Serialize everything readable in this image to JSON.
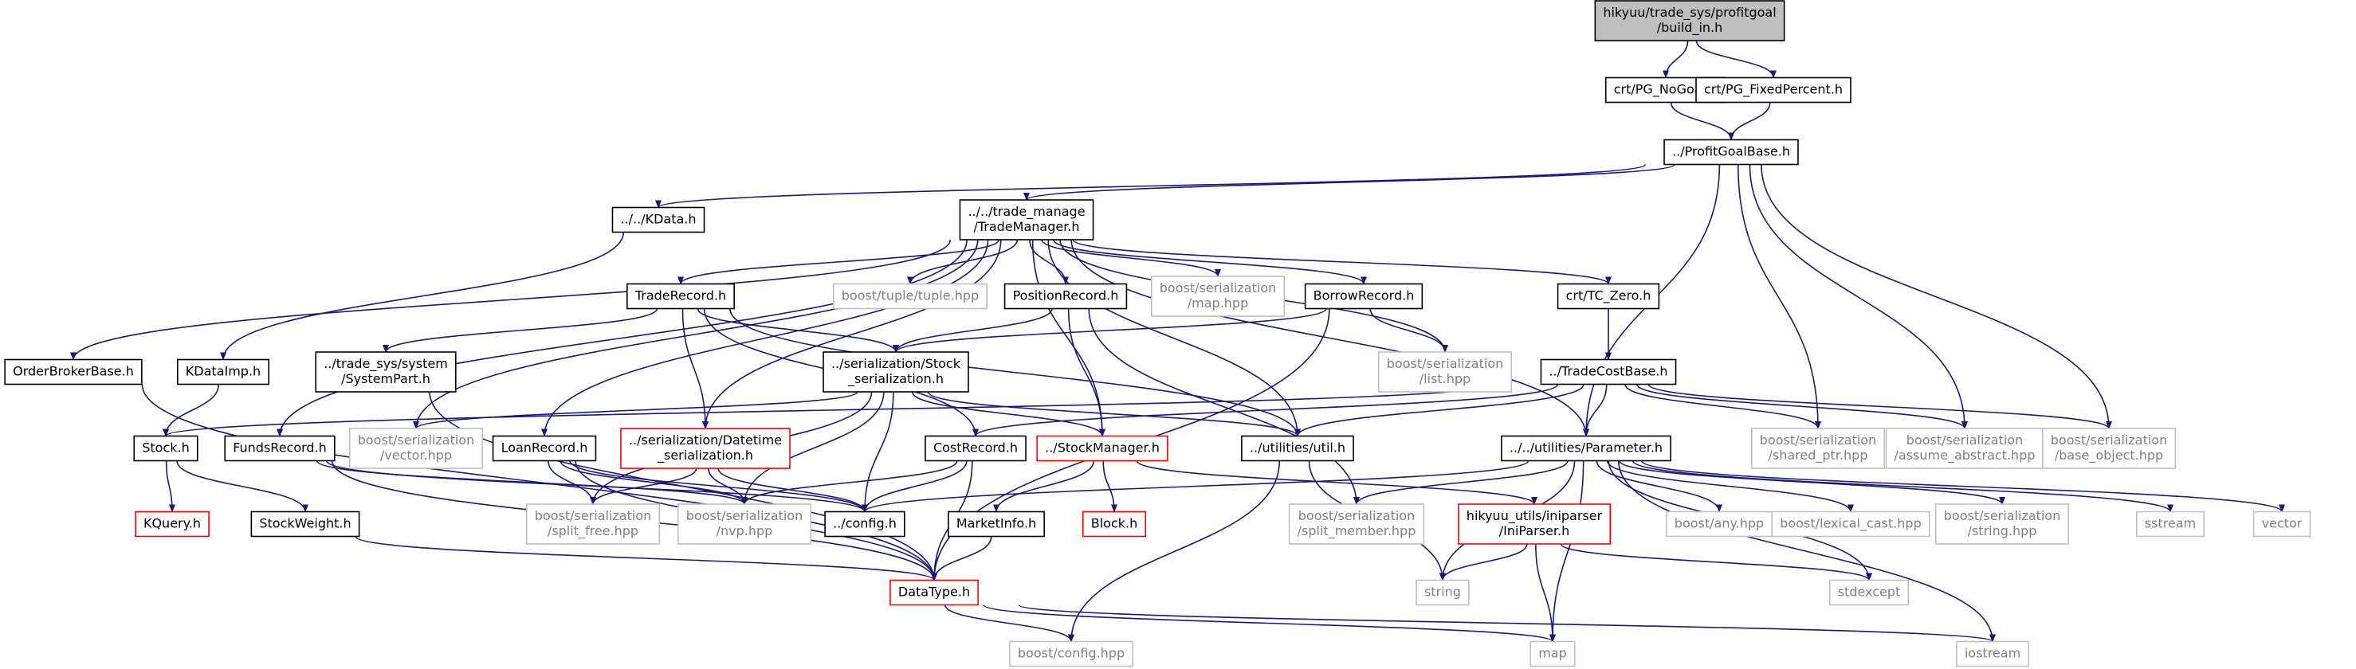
{
  "diagram": {
    "type": "include-dependency-graph",
    "colors": {
      "edge": "#191970",
      "box_header": "#000000",
      "box_missing": "#ff0000",
      "box_external": "#bfbfbf",
      "root_fill": "#bfbfbf",
      "text_external": "#808080"
    },
    "nodes": [
      {
        "id": "root",
        "lines": [
          "hikyuu/trade_sys/profitgoal",
          "/build_in.h"
        ],
        "kind": "root"
      },
      {
        "id": "nogoal",
        "lines": [
          "crt/PG_NoGoal.h"
        ],
        "kind": "header"
      },
      {
        "id": "fixedpct",
        "lines": [
          "crt/PG_FixedPercent.h"
        ],
        "kind": "header"
      },
      {
        "id": "pgbase",
        "lines": [
          "../ProfitGoalBase.h"
        ],
        "kind": "header"
      },
      {
        "id": "kdata",
        "lines": [
          "../../KData.h"
        ],
        "kind": "header"
      },
      {
        "id": "trademgr",
        "lines": [
          "../../trade_manage",
          "/TradeManager.h"
        ],
        "kind": "header"
      },
      {
        "id": "tuple",
        "lines": [
          "boost/tuple/tuple.hpp"
        ],
        "kind": "external"
      },
      {
        "id": "posrec",
        "lines": [
          "PositionRecord.h"
        ],
        "kind": "header"
      },
      {
        "id": "sermap",
        "lines": [
          "boost/serialization",
          "/map.hpp"
        ],
        "kind": "external"
      },
      {
        "id": "borrow",
        "lines": [
          "BorrowRecord.h"
        ],
        "kind": "header"
      },
      {
        "id": "tczero",
        "lines": [
          "crt/TC_Zero.h"
        ],
        "kind": "header"
      },
      {
        "id": "traderec",
        "lines": [
          "TradeRecord.h"
        ],
        "kind": "header"
      },
      {
        "id": "orderbroker",
        "lines": [
          "OrderBrokerBase.h"
        ],
        "kind": "header"
      },
      {
        "id": "kdataimp",
        "lines": [
          "KDataImp.h"
        ],
        "kind": "header"
      },
      {
        "id": "syspart",
        "lines": [
          "../trade_sys/system",
          "/SystemPart.h"
        ],
        "kind": "header"
      },
      {
        "id": "stockser",
        "lines": [
          "../serialization/Stock",
          "_serialization.h"
        ],
        "kind": "header"
      },
      {
        "id": "serlist",
        "lines": [
          "boost/serialization",
          "/list.hpp"
        ],
        "kind": "external"
      },
      {
        "id": "tcbase",
        "lines": [
          "../TradeCostBase.h"
        ],
        "kind": "header"
      },
      {
        "id": "stock",
        "lines": [
          "Stock.h"
        ],
        "kind": "header"
      },
      {
        "id": "funds",
        "lines": [
          "FundsRecord.h"
        ],
        "kind": "header"
      },
      {
        "id": "servector",
        "lines": [
          "boost/serialization",
          "/vector.hpp"
        ],
        "kind": "external"
      },
      {
        "id": "loan",
        "lines": [
          "LoanRecord.h"
        ],
        "kind": "header"
      },
      {
        "id": "dtser",
        "lines": [
          "../serialization/Datetime",
          "_serialization.h"
        ],
        "kind": "missing"
      },
      {
        "id": "costrec",
        "lines": [
          "CostRecord.h"
        ],
        "kind": "header"
      },
      {
        "id": "stockmgr",
        "lines": [
          "../StockManager.h"
        ],
        "kind": "missing"
      },
      {
        "id": "util",
        "lines": [
          "../utilities/util.h"
        ],
        "kind": "header"
      },
      {
        "id": "param",
        "lines": [
          "../../utilities/Parameter.h"
        ],
        "kind": "header"
      },
      {
        "id": "sharedptr",
        "lines": [
          "boost/serialization",
          "/shared_ptr.hpp"
        ],
        "kind": "external"
      },
      {
        "id": "assumeabs",
        "lines": [
          "boost/serialization",
          "/assume_abstract.hpp"
        ],
        "kind": "external"
      },
      {
        "id": "baseobj",
        "lines": [
          "boost/serialization",
          "/base_object.hpp"
        ],
        "kind": "external"
      },
      {
        "id": "kquery",
        "lines": [
          "KQuery.h"
        ],
        "kind": "missing"
      },
      {
        "id": "stockweight",
        "lines": [
          "StockWeight.h"
        ],
        "kind": "header"
      },
      {
        "id": "splitfree",
        "lines": [
          "boost/serialization",
          "/split_free.hpp"
        ],
        "kind": "external"
      },
      {
        "id": "nvp",
        "lines": [
          "boost/serialization",
          "/nvp.hpp"
        ],
        "kind": "external"
      },
      {
        "id": "config",
        "lines": [
          "../config.h"
        ],
        "kind": "header"
      },
      {
        "id": "marketinfo",
        "lines": [
          "MarketInfo.h"
        ],
        "kind": "header"
      },
      {
        "id": "block",
        "lines": [
          "Block.h"
        ],
        "kind": "missing"
      },
      {
        "id": "splitmember",
        "lines": [
          "boost/serialization",
          "/split_member.hpp"
        ],
        "kind": "external"
      },
      {
        "id": "iniparser",
        "lines": [
          "hikyuu_utils/iniparser",
          "/IniParser.h"
        ],
        "kind": "missing"
      },
      {
        "id": "any",
        "lines": [
          "boost/any.hpp"
        ],
        "kind": "external"
      },
      {
        "id": "lexcast",
        "lines": [
          "boost/lexical_cast.hpp"
        ],
        "kind": "external"
      },
      {
        "id": "serstring",
        "lines": [
          "boost/serialization",
          "/string.hpp"
        ],
        "kind": "external"
      },
      {
        "id": "sstream",
        "lines": [
          "sstream"
        ],
        "kind": "external"
      },
      {
        "id": "vector",
        "lines": [
          "vector"
        ],
        "kind": "external"
      },
      {
        "id": "datatype",
        "lines": [
          "DataType.h"
        ],
        "kind": "missing"
      },
      {
        "id": "string",
        "lines": [
          "string"
        ],
        "kind": "external"
      },
      {
        "id": "stdexcept",
        "lines": [
          "stdexcept"
        ],
        "kind": "external"
      },
      {
        "id": "bconfig",
        "lines": [
          "boost/config.hpp"
        ],
        "kind": "external"
      },
      {
        "id": "map",
        "lines": [
          "map"
        ],
        "kind": "external"
      },
      {
        "id": "iostream",
        "lines": [
          "iostream"
        ],
        "kind": "external"
      }
    ],
    "edges": [
      [
        "root",
        "nogoal"
      ],
      [
        "root",
        "fixedpct"
      ],
      [
        "nogoal",
        "pgbase"
      ],
      [
        "fixedpct",
        "pgbase"
      ],
      [
        "pgbase",
        "kdata"
      ],
      [
        "pgbase",
        "trademgr"
      ],
      [
        "pgbase",
        "param"
      ],
      [
        "pgbase",
        "sharedptr"
      ],
      [
        "pgbase",
        "assumeabs"
      ],
      [
        "pgbase",
        "baseobj"
      ],
      [
        "kdata",
        "kdataimp"
      ],
      [
        "trademgr",
        "tuple"
      ],
      [
        "trademgr",
        "posrec"
      ],
      [
        "trademgr",
        "sermap"
      ],
      [
        "trademgr",
        "borrow"
      ],
      [
        "trademgr",
        "tczero"
      ],
      [
        "trademgr",
        "traderec"
      ],
      [
        "trademgr",
        "orderbroker"
      ],
      [
        "trademgr",
        "funds"
      ],
      [
        "trademgr",
        "servector"
      ],
      [
        "trademgr",
        "loan"
      ],
      [
        "trademgr",
        "dtser"
      ],
      [
        "trademgr",
        "stockmgr"
      ],
      [
        "trademgr",
        "util"
      ],
      [
        "trademgr",
        "param"
      ],
      [
        "trademgr",
        "serlist"
      ],
      [
        "traderec",
        "syspart"
      ],
      [
        "traderec",
        "stockser"
      ],
      [
        "traderec",
        "dtser"
      ],
      [
        "traderec",
        "costrec"
      ],
      [
        "traderec",
        "util"
      ],
      [
        "posrec",
        "stockser"
      ],
      [
        "posrec",
        "stockmgr"
      ],
      [
        "posrec",
        "splitmember"
      ],
      [
        "borrow",
        "stockser"
      ],
      [
        "borrow",
        "serlist"
      ],
      [
        "borrow",
        "datatype"
      ],
      [
        "tczero",
        "tcbase"
      ],
      [
        "tcbase",
        "stock"
      ],
      [
        "tcbase",
        "costrec"
      ],
      [
        "tcbase",
        "util"
      ],
      [
        "tcbase",
        "param"
      ],
      [
        "tcbase",
        "sharedptr"
      ],
      [
        "tcbase",
        "assumeabs"
      ],
      [
        "tcbase",
        "baseobj"
      ],
      [
        "orderbroker",
        "datatype"
      ],
      [
        "kdataimp",
        "stock"
      ],
      [
        "syspart",
        "datatype"
      ],
      [
        "stockser",
        "servector"
      ],
      [
        "stockser",
        "stockmgr"
      ],
      [
        "stockser",
        "util"
      ],
      [
        "stockser",
        "splitfree"
      ],
      [
        "stockser",
        "nvp"
      ],
      [
        "stockser",
        "config"
      ],
      [
        "stock",
        "kquery"
      ],
      [
        "stock",
        "stockweight"
      ],
      [
        "funds",
        "config"
      ],
      [
        "funds",
        "nvp"
      ],
      [
        "funds",
        "datatype"
      ],
      [
        "loan",
        "splitfree"
      ],
      [
        "loan",
        "nvp"
      ],
      [
        "loan",
        "config"
      ],
      [
        "loan",
        "datatype"
      ],
      [
        "dtser",
        "splitfree"
      ],
      [
        "dtser",
        "nvp"
      ],
      [
        "dtser",
        "config"
      ],
      [
        "costrec",
        "nvp"
      ],
      [
        "costrec",
        "config"
      ],
      [
        "costrec",
        "datatype"
      ],
      [
        "stockmgr",
        "marketinfo"
      ],
      [
        "stockmgr",
        "block"
      ],
      [
        "stockmgr",
        "iniparser"
      ],
      [
        "marketinfo",
        "datatype"
      ],
      [
        "stockweight",
        "datatype"
      ],
      [
        "util",
        "string"
      ],
      [
        "util",
        "bconfig"
      ],
      [
        "param",
        "config"
      ],
      [
        "param",
        "splitmember"
      ],
      [
        "param",
        "string"
      ],
      [
        "param",
        "any"
      ],
      [
        "param",
        "lexcast"
      ],
      [
        "param",
        "serstring"
      ],
      [
        "param",
        "sstream"
      ],
      [
        "param",
        "vector"
      ],
      [
        "param",
        "stdexcept"
      ],
      [
        "param",
        "map"
      ],
      [
        "param",
        "iostream"
      ],
      [
        "iniparser",
        "string"
      ],
      [
        "iniparser",
        "stdexcept"
      ],
      [
        "iniparser",
        "map"
      ],
      [
        "datatype",
        "bconfig"
      ],
      [
        "datatype",
        "map"
      ],
      [
        "datatype",
        "iostream"
      ]
    ]
  }
}
